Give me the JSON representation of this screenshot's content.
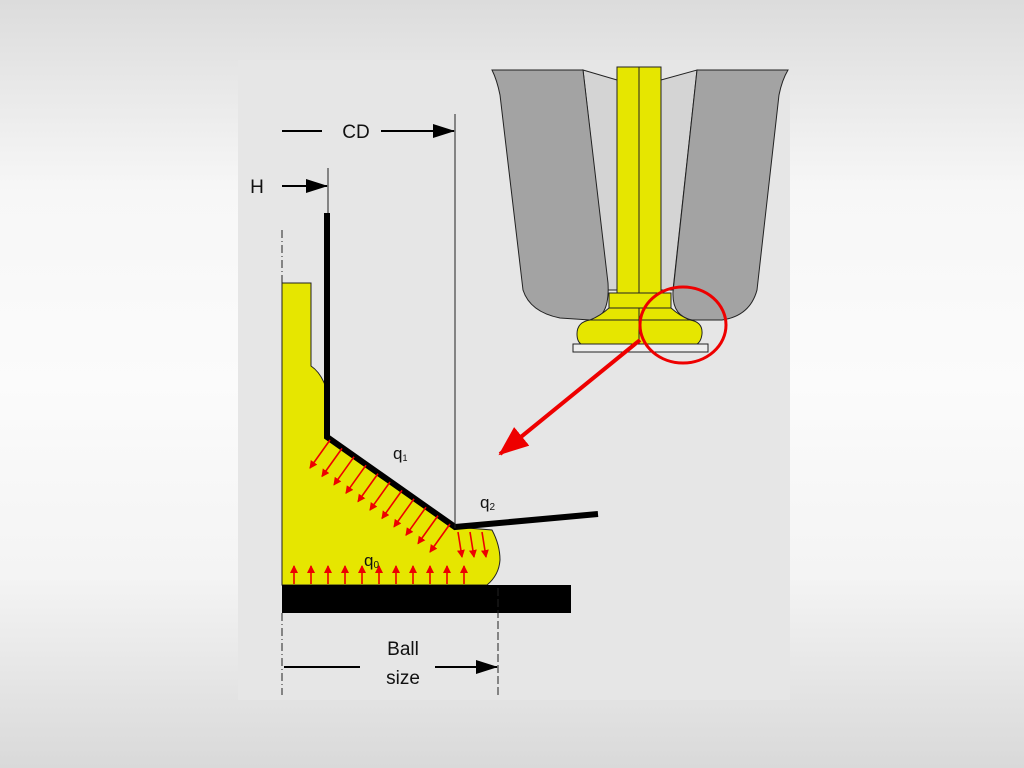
{
  "diagram": {
    "labels": {
      "cd": "CD",
      "h": "H",
      "q1": {
        "base": "q",
        "sub": "1"
      },
      "q2": {
        "base": "q",
        "sub": "2"
      },
      "q0": {
        "base": "q",
        "sub": "0"
      },
      "ball_size_line1": "Ball",
      "ball_size_line2": "size"
    },
    "colors": {
      "panel": "#e6e6e6",
      "bond_yellow": "#e6e600",
      "capillary_grey": "#a3a3a3",
      "force_red": "#ee0000",
      "wire_black": "#000000"
    }
  }
}
